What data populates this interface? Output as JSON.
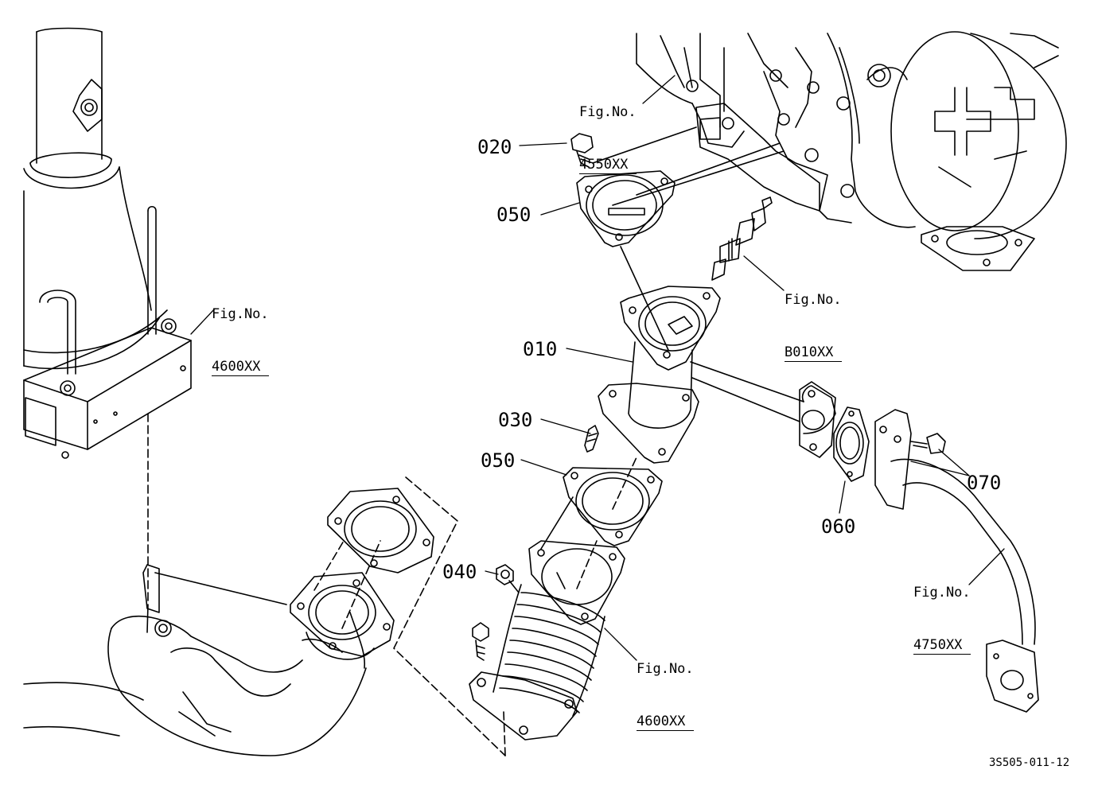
{
  "callouts": {
    "p010": "010",
    "p020": "020",
    "p030": "030",
    "p040": "040",
    "p050_upper": "050",
    "p050_lower": "050",
    "p060": "060",
    "p070": "070"
  },
  "figure_refs": {
    "fig_4550": {
      "prefix": "Fig.No.",
      "number": "4550XX"
    },
    "fig_4600_left": {
      "prefix": "Fig.No.",
      "number": "4600XX"
    },
    "fig_b010": {
      "prefix": "Fig.No.",
      "number": "B010XX"
    },
    "fig_4600_center": {
      "prefix": "Fig.No.",
      "number": "4600XX"
    },
    "fig_4750": {
      "prefix": "Fig.No.",
      "number": "4750XX"
    }
  },
  "diagram_code": "3S505-011-12"
}
